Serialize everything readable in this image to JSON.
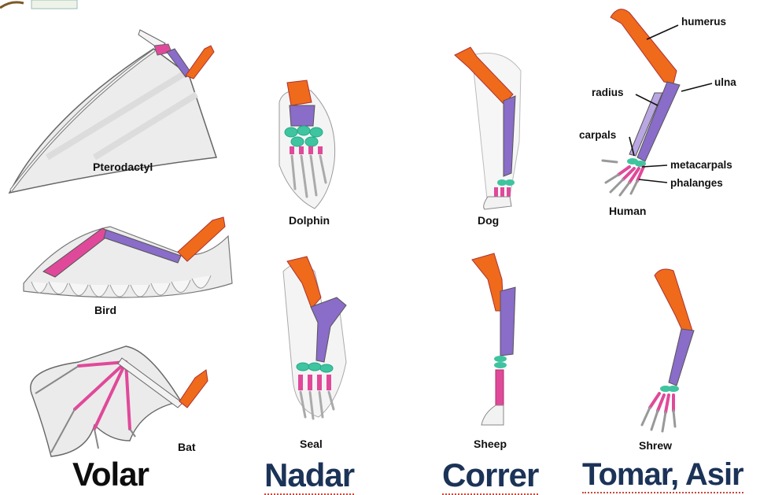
{
  "colors": {
    "humerus": "#f06a1c",
    "radius_ulna": "#8a6cc9",
    "carpals": "#3fc4a0",
    "metacarpals": "#e0499a",
    "phalanges": "#f2f2f2",
    "membrane": "#ebebeb",
    "outline": "#555555",
    "navy_text": "#1c3358",
    "underline": "#c9473b"
  },
  "animals": {
    "pterodactyl": "Pterodactyl",
    "bird": "Bird",
    "bat": "Bat",
    "dolphin": "Dolphin",
    "seal": "Seal",
    "dog": "Dog",
    "sheep": "Sheep",
    "human": "Human",
    "shrew": "Shrew"
  },
  "bone_labels": {
    "humerus": "humerus",
    "ulna": "ulna",
    "radius": "radius",
    "carpals": "carpals",
    "metacarpals": "metacarpals",
    "phalanges": "phalanges"
  },
  "categories": {
    "fly": "Volar",
    "swim": "Nadar",
    "run": "Correr",
    "grasp": "Tomar, Asir"
  }
}
